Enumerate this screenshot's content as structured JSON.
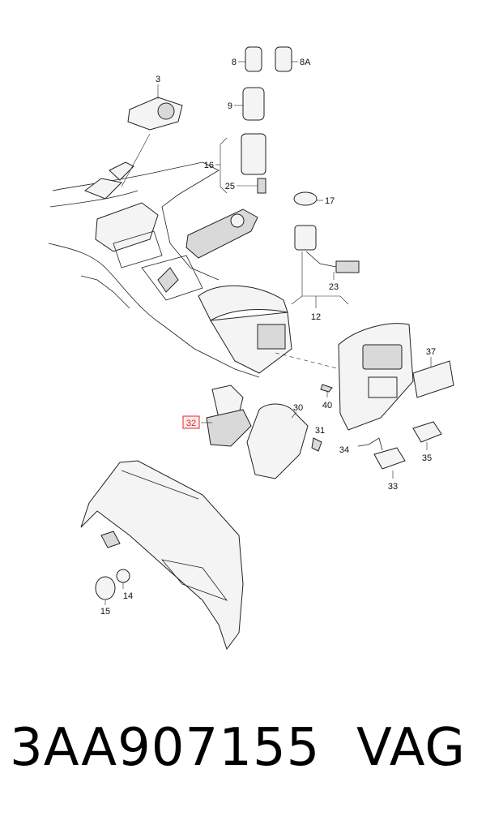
{
  "callouts": {
    "c3": "3",
    "c8": "8",
    "c8a": "8A",
    "c9": "9",
    "c16": "16",
    "c25": "25",
    "c17": "17",
    "c23": "23",
    "c12": "12",
    "c37": "37",
    "c40": "40",
    "c30": "30",
    "c32": "32",
    "c31": "31",
    "c34": "34",
    "c35": "35",
    "c33": "33",
    "c14": "14",
    "c15": "15"
  },
  "highlight_color": "#d9302c",
  "caption": {
    "part_number": "3AA907155",
    "brand": "VAG"
  }
}
